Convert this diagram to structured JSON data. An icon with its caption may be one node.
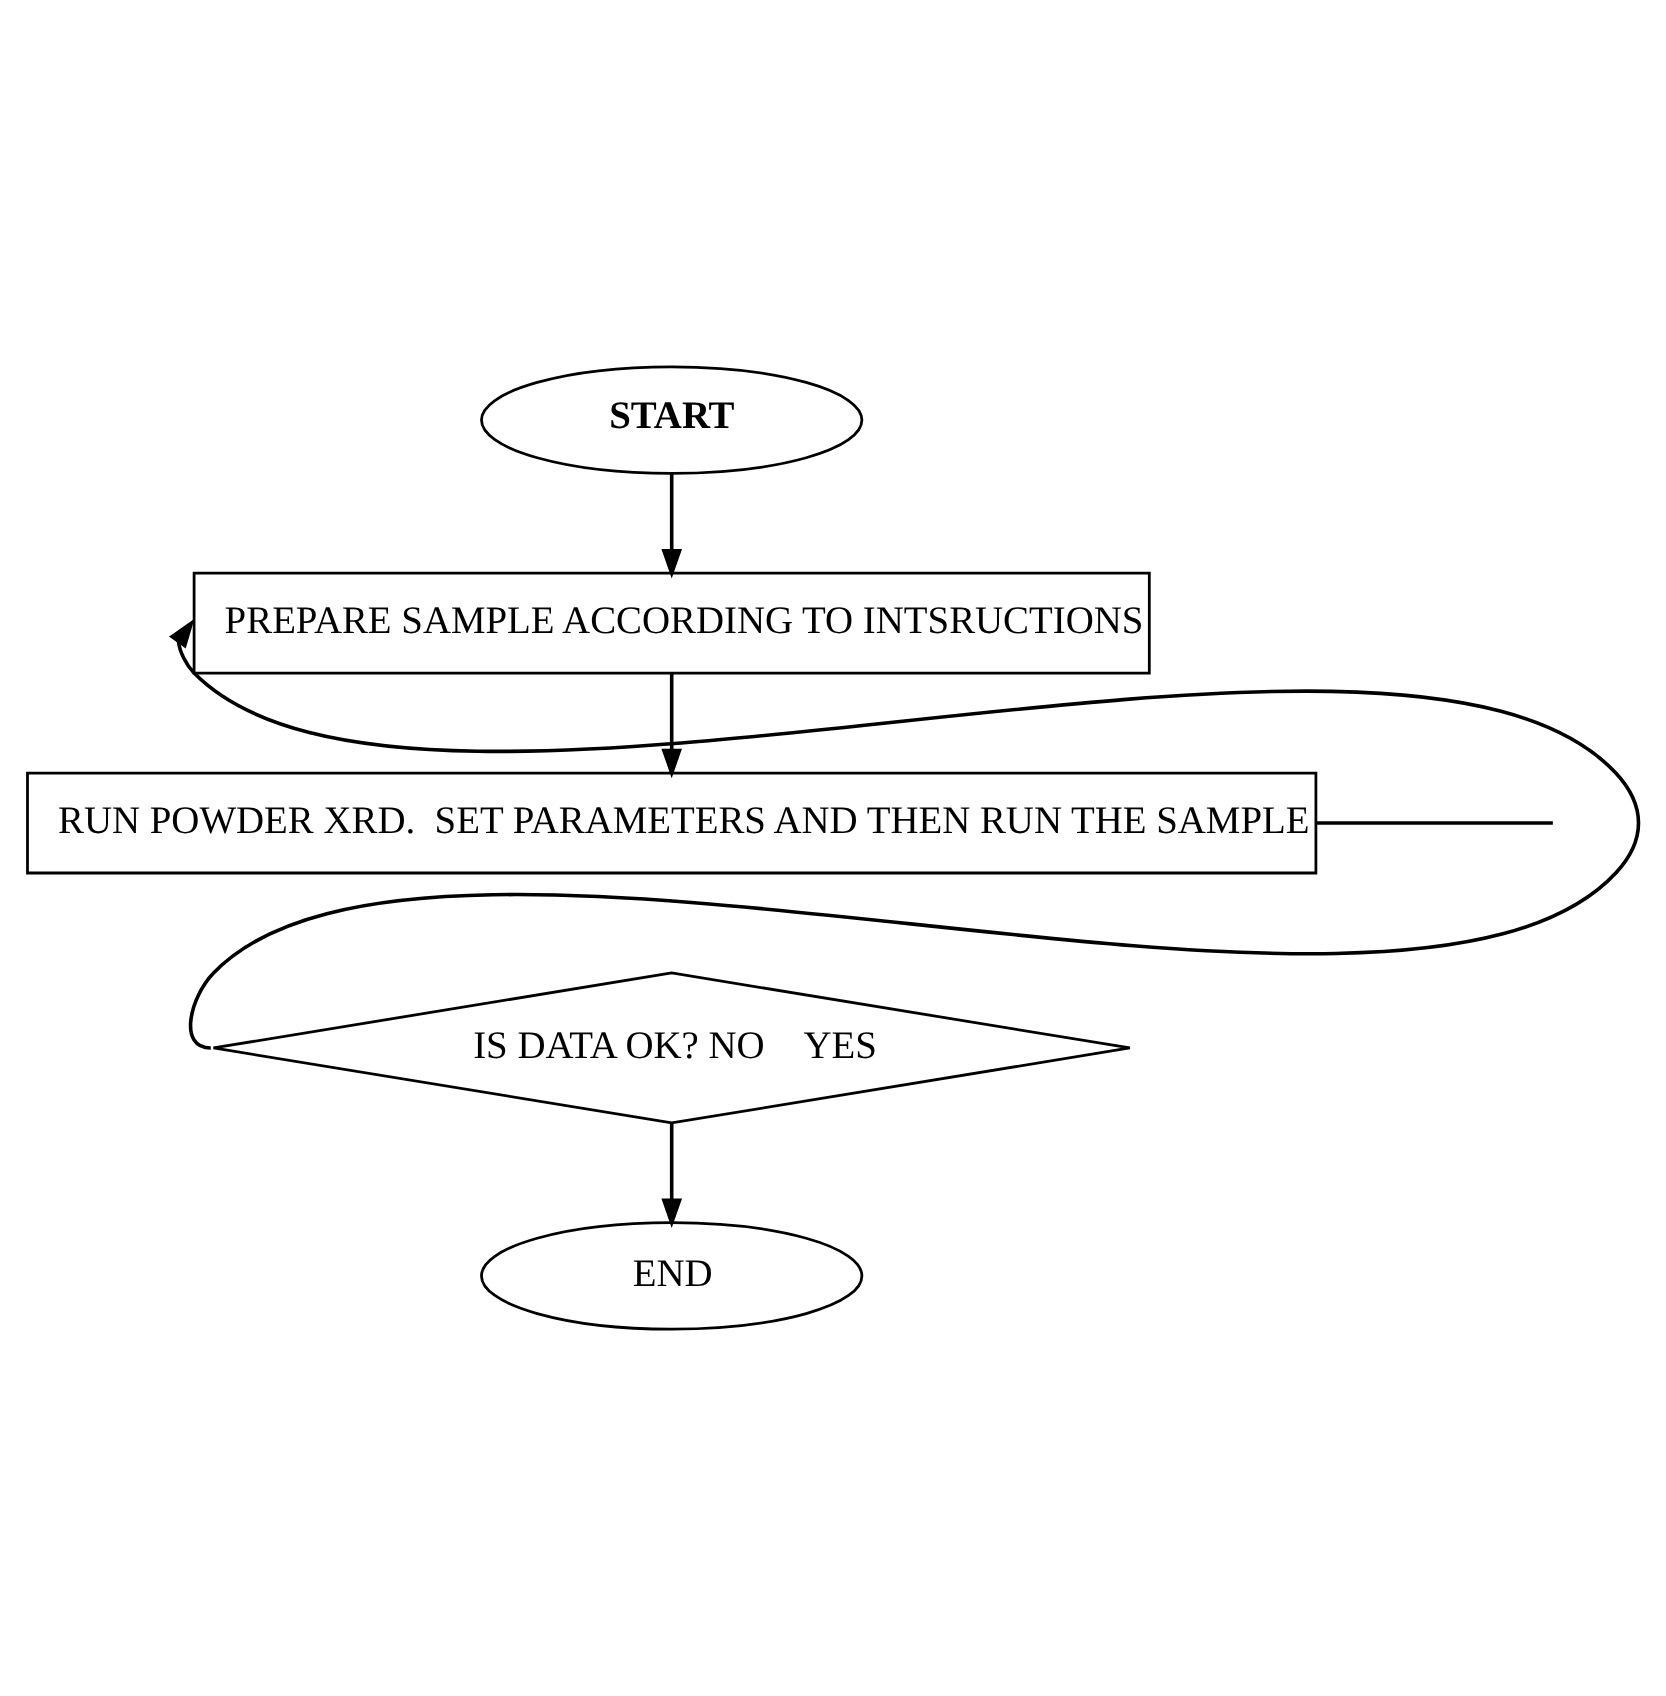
{
  "diagram": {
    "nodes": [
      {
        "text": [
          "START"
        ]
      },
      {
        "text": [
          "PREPARE SAMPLE ACCORDING TO INTSRUCTIONS"
        ]
      },
      {
        "text": [
          "RUN POWDER XRD.  SET PARAMETERS AND THEN RUN THE SAMPLE"
        ]
      },
      {
        "text": [
          "IS DATA OK? NO    YES"
        ]
      },
      {
        "text": [
          "END"
        ]
      }
    ],
    "edges": [
      {
        "from": 0,
        "to": 1,
        "arrow": "to"
      },
      {
        "from": 1,
        "to": 2,
        "arrow": "to"
      },
      {
        "from": 2,
        "to": null,
        "arrow": "none"
      },
      {
        "from": 3,
        "to": 1,
        "arrow": "to"
      },
      {
        "from": 3,
        "to": 4,
        "arrow": "to"
      }
    ]
  }
}
